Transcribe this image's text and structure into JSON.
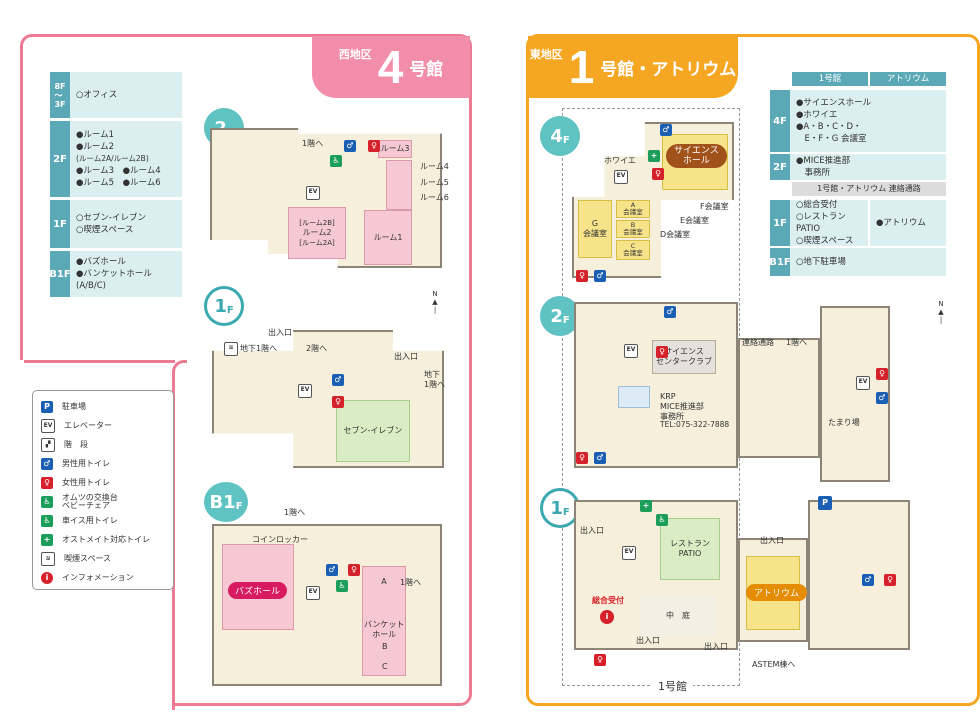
{
  "west": {
    "district": "西地区",
    "building_num": "4",
    "building_suffix": "号館",
    "floors": [
      {
        "floor": "8F\n〜\n3F",
        "items": [
          "○オフィス"
        ]
      },
      {
        "floor": "2F",
        "items": [
          "●ルーム1",
          "●ルーム2",
          "(ルーム2A/ルーム2B)",
          "●ルーム3　●ルーム4",
          "●ルーム5　●ルーム6"
        ]
      },
      {
        "floor": "1F",
        "items": [
          "○セブン-イレブン",
          "○喫煙スペース"
        ]
      },
      {
        "floor": "B1F",
        "items": [
          "●バズホール",
          "●バンケットホール(A/B/C)"
        ]
      }
    ],
    "badges": {
      "f2": "2",
      "f1": "1",
      "fb1": "B1",
      "unit": "F"
    },
    "f2_labels": {
      "stairs1": "1階へ",
      "room3": "ルーム3",
      "room4": "ルーム4",
      "room5": "ルーム5",
      "room6": "ルーム6",
      "room2b": "[ルーム2B]",
      "room2": "ルーム2",
      "room2a": "[ルーム2A]",
      "room1": "ルーム1"
    },
    "f1_labels": {
      "entrance1": "出入口",
      "to_b1": "地下1階へ",
      "to_2f": "2階へ",
      "entrance2": "出入口",
      "to_b1_right": "地下\n1階へ",
      "seven": "セブン-イレブン"
    },
    "b1_labels": {
      "to_1f": "1階へ",
      "coin_locker": "コインロッカー",
      "buzz_hall": "バズホール",
      "a": "A",
      "to_1f_right": "1階へ",
      "banquet": "バンケット\nホール",
      "b": "B",
      "c": "C"
    }
  },
  "legend": [
    {
      "icon": "parking-icon",
      "glyph": "P",
      "label": "駐車場",
      "color": "#1a5fb4"
    },
    {
      "icon": "elevator-icon",
      "glyph": "EV",
      "label": "エレベーター",
      "color": "#ffffff"
    },
    {
      "icon": "stairs-icon",
      "glyph": "▞",
      "label": "階　段",
      "color": "#ffffff"
    },
    {
      "icon": "mens-toilet-icon",
      "glyph": "♂",
      "label": "男性用トイレ",
      "color": "#1a5fb4"
    },
    {
      "icon": "womens-toilet-icon",
      "glyph": "♀",
      "label": "女性用トイレ",
      "color": "#d6202a"
    },
    {
      "icon": "diaper-icon",
      "glyph": "♿",
      "label": "オムツの交換台\nベビーチェア",
      "color": "#1b9e5a"
    },
    {
      "icon": "wheelchair-toilet-icon",
      "glyph": "♿",
      "label": "車イス用トイレ",
      "color": "#1b9e5a"
    },
    {
      "icon": "ostomate-toilet-icon",
      "glyph": "+",
      "label": "オストメイト対応トイレ",
      "color": "#1b9e5a"
    },
    {
      "icon": "smoking-icon",
      "glyph": "≋",
      "label": "喫煙スペース",
      "color": "#ffffff"
    },
    {
      "icon": "information-icon",
      "glyph": "i",
      "label": "インフォメーション",
      "color": "#d6202a"
    }
  ],
  "east": {
    "district": "東地区",
    "building_num": "1",
    "building_suffix": "号館・アトリウム",
    "col_headers": [
      "1号館",
      "アトリウム"
    ],
    "floors": [
      {
        "floor": "4F",
        "items": [
          "●サイエンスホール",
          "●ホワイエ",
          "●A・B・C・D・",
          "　E・F・G 会議室"
        ],
        "atrium": ""
      },
      {
        "floor": "2F",
        "items": [
          "●MICE推進部",
          "　事務所"
        ],
        "atrium": ""
      },
      {
        "floor": "",
        "items": [],
        "atrium": "",
        "span": "1号館・アトリウム 連絡通路"
      },
      {
        "floor": "1F",
        "items": [
          "○総合受付",
          "○レストランPATIO",
          "○喫煙スペース"
        ],
        "atrium": "●アトリウム"
      },
      {
        "floor": "B1F",
        "items": [
          "○地下駐車場"
        ],
        "atrium": ""
      }
    ],
    "badges": {
      "f4": "4",
      "f2": "2",
      "f1": "1",
      "unit": "F"
    },
    "f4_labels": {
      "foyer": "ホワイエ",
      "science_hall": "サイエンス\nホール",
      "f_room": "F会議室",
      "e_room": "E会議室",
      "d_room": "D会議室",
      "g_room": "G\n会議室",
      "a_room": "A\n会議室",
      "b_room": "B\n会議室",
      "c_room": "C\n会議室"
    },
    "f2_labels": {
      "science_club": "サイエンス\nセンタークラブ",
      "corridor": "連絡通路",
      "to_1f": "1階へ",
      "krp": "KRP\nMICE推進部\n事務所",
      "tel": "TEL:075-322-7888",
      "tamari": "たまり場"
    },
    "f1_labels": {
      "entrance_left": "出入口",
      "patio": "レストラン\nPATIO",
      "entrance_top": "出入口",
      "atrium": "アトリウム",
      "reception": "総合受付",
      "courtyard": "中　庭",
      "entrance_bottom": "出入口",
      "entrance_br": "出入口",
      "astem": "ASTEM棟へ",
      "building1": "1号館"
    }
  },
  "north": "N"
}
